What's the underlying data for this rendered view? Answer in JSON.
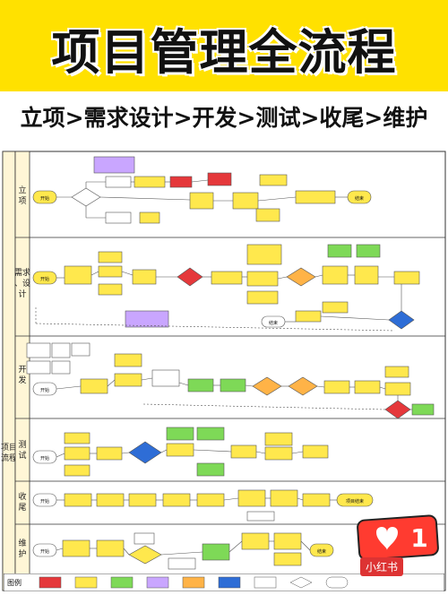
{
  "title": "项目管理全流程",
  "subtitle": "立项>需求设计>开发>测试>收尾>维护",
  "colors": {
    "banner": "#ffe100",
    "swimlane_header": "#fff6d6",
    "node_yellow": "#ffe84d",
    "node_green": "#7ed957",
    "node_red": "#e5383b",
    "node_purple": "#c9a6ff",
    "node_blue": "#2e6dd6",
    "node_orange": "#ffb347"
  },
  "lanes": [
    {
      "label": "立\n项"
    },
    {
      "label": "需求\n、设\n计"
    },
    {
      "label": "开\n发"
    },
    {
      "label": "测\n试"
    },
    {
      "label": "收\n尾"
    },
    {
      "label": "维\n护"
    }
  ],
  "group_label": "项目\n流程",
  "nodes": {
    "start": "开始",
    "end": "结束",
    "end_project": "项目结束"
  },
  "legend_label": "图例",
  "badge": {
    "count": "1"
  },
  "watermark": "小红书"
}
